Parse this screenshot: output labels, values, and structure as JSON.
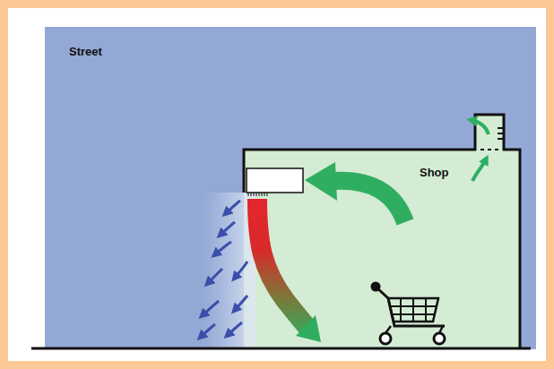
{
  "diagram": {
    "nodes": [
      {
        "text": [
          "Street"
        ]
      },
      {
        "text": [
          "Shop"
        ],
        "in": 0
      }
    ]
  }
}
